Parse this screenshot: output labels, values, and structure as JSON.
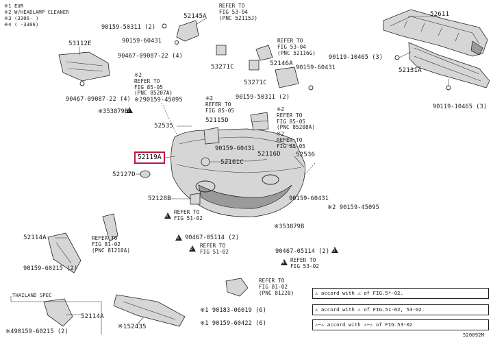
{
  "legend": {
    "lines": [
      "※1 EUR",
      "※2 W/HEADLAMP CLEANER",
      "※3 (3306-    )",
      "※4 (    -3306)"
    ]
  },
  "parts": {
    "p52145A": "52145A",
    "p90159_50311": "90159-50311 (2)",
    "p90159_60431_top": "90159-60431",
    "p53112E": "53112E",
    "p90467_09087_22": "90467-09087-22 (4)",
    "p90467_09087_22b": "90467-09087-22 (4)",
    "p53271C_a": "53271C",
    "p52146A": "52146A",
    "p90159_60431_b": "90159-60431",
    "p53271C_b": "53271C",
    "p90159_50311_b": "90159-50311 (2)",
    "p52611": "52611",
    "p90119_10465_a": "90119-10465 (3)",
    "p52131A": "52131A",
    "p90119_10465_b": "90119-10465 (3)",
    "p53879B_top": "53879B",
    "p90159_45095_left": "90159-45095",
    "p52535": "52535",
    "p52115D": "52115D",
    "p90159_60431_c": "90159-60431",
    "p52116D": "52116D",
    "p52536": "52536",
    "p52119A": "52119A",
    "p52161C": "52161C",
    "p52127D": "52127D",
    "p52128B": "52128B",
    "p90159_60431_d": "90159-60431",
    "p90159_45095_right": "90159-45095",
    "p53879B_bot": "53879B",
    "p52114A_a": "52114A",
    "p90159_60215_a": "90159-60215 (2)",
    "p90467_05114": "90467-05114 (2)",
    "p90467_05114_b": "90467-05114 (2)",
    "p52114A_b": "52114A",
    "p90159_60215_b": "90159-60215 (2)",
    "p52435": "52435",
    "p90183_06019": "90183-06019 (6)",
    "p90159_60422": "90159-60422 (6)",
    "thailand": "THAILAND SPEC"
  },
  "prefixes": {
    "m1": "※1",
    "m2": "※2",
    "m3": "※3",
    "m4": "※4"
  },
  "refs": {
    "r53_04_a": [
      "REFER TO",
      "FIG 53-04",
      "(PNC 52115J)"
    ],
    "r53_04_b": [
      "REFER TO",
      "FIG 53-04",
      "(PNC 52116G)"
    ],
    "r85_05_a": [
      "REFER TO",
      "FIG 85-05",
      "(PNC 85207A)"
    ],
    "r85_05_b": [
      "REFER TO",
      "FIG 85-05"
    ],
    "r85_05_c": [
      "REFER TO",
      "FIG 85-05",
      "(PNC 85208A)"
    ],
    "r85_05_d": [
      "REFER TO",
      "FIG 85-05"
    ],
    "r51_02_a": [
      "REFER TO",
      "FIG 51-02"
    ],
    "r51_02_b": [
      "REFER TO",
      "FIG 51-02"
    ],
    "r53_02": [
      "REFER TO",
      "FIG 53-02"
    ],
    "r81_02_a": [
      "REFER TO",
      "FIG 81-02",
      "(PNC 81210A)"
    ],
    "r81_02_b": [
      "REFER TO",
      "FIG 81-02",
      "(PNC 81220)"
    ]
  },
  "notes": {
    "n1": "accord with ⚠ of FIG.5*-02.",
    "n2": "accord with ⚠ of FIG.51-02, 53-02.",
    "n3": "⚠~⚠ accord with ⚠~⚠ of FIG.53-02"
  },
  "highlight": {
    "part": "52119A",
    "color": "#c0143c"
  },
  "footer": {
    "code": "520092M"
  }
}
